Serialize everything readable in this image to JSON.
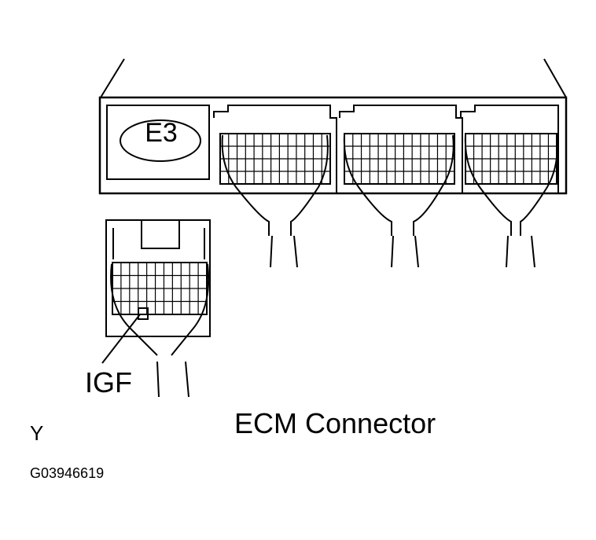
{
  "connector_badge": "E3",
  "pin_label": "IGF",
  "caption": "ECM Connector",
  "corner_letter": "Y",
  "figure_code": "G03946619",
  "colors": {
    "line": "#000000",
    "background": "#ffffff"
  }
}
